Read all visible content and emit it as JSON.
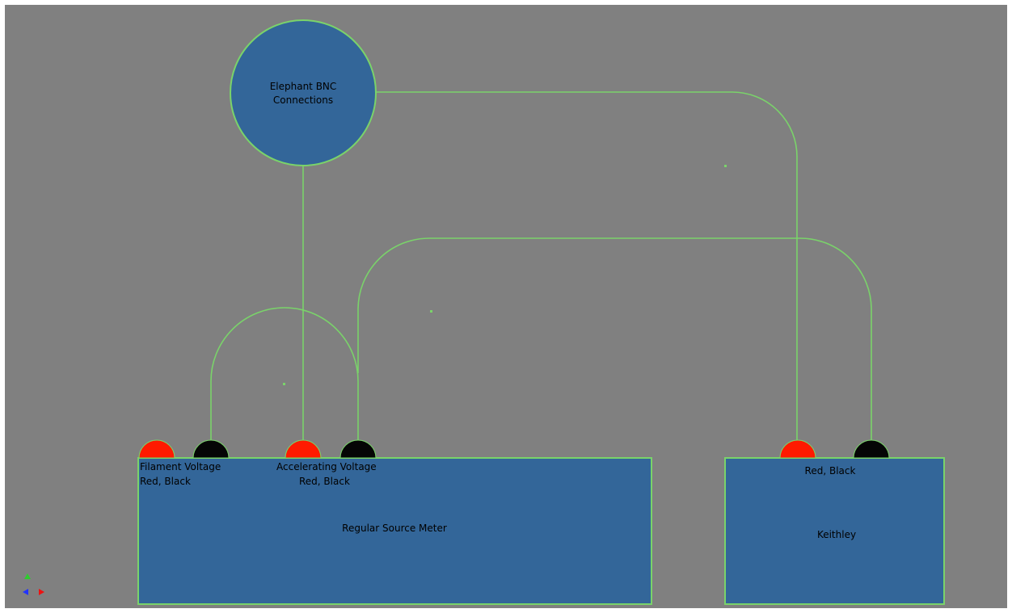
{
  "colors": {
    "background": "#808080",
    "box_fill": "#336699",
    "wire": "#7ad36a",
    "terminal_red": "#ff1a00",
    "terminal_black": "#050505"
  },
  "bnc": {
    "line1": "Elephant BNC",
    "line2": "Connections"
  },
  "source_meter": {
    "title": "Regular Source Meter",
    "filament": {
      "line1": "Filament Voltage",
      "line2": "Red, Black"
    },
    "accelerating": {
      "line1": "Accelerating Voltage",
      "line2": "Red, Black"
    }
  },
  "keithley": {
    "title": "Keithley",
    "terminals_label": "Red, Black"
  }
}
